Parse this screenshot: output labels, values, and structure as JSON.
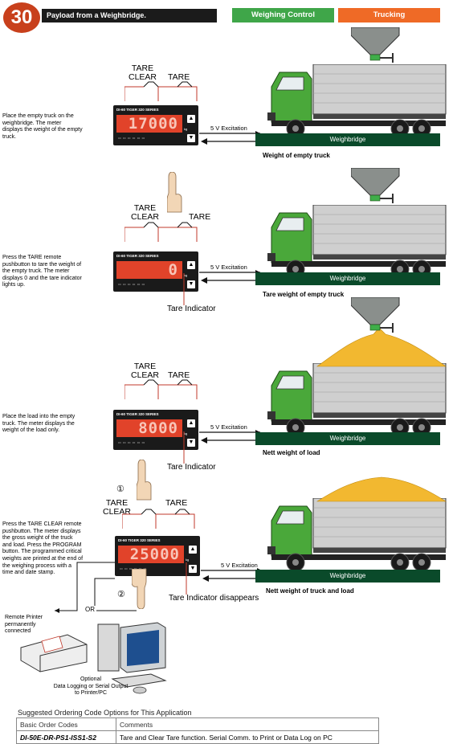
{
  "header": {
    "number": "30",
    "title": "Payload from a Weighbridge.",
    "tab_weighing": "Weighing Control",
    "tab_trucking": "Trucking"
  },
  "colors": {
    "badge": "#c8401c",
    "weighing_tab": "#3fa649",
    "trucking_tab": "#ef6a26",
    "truck_cab": "#4aa83a",
    "weighbridge": "#0a4a2a",
    "display": "#e1432a",
    "load": "#f2b830"
  },
  "common": {
    "tare_clear": "TARE\nCLEAR",
    "tare": "TARE",
    "excitation": "5 V Excitation",
    "weighbridge": "Weighbridge",
    "meter_series": "DI-60 TIGER 320 SERIES",
    "meter_unit": "kg",
    "tare_indicator": "Tare Indicator"
  },
  "steps": [
    {
      "description": "Place the empty truck on the weighbridge. The meter displays the weight of the empty truck.",
      "display": "17000",
      "caption": "Weight of empty truck"
    },
    {
      "description": "Press the TARE remote pushbutton to tare the weight of the empty truck. The meter displays 0 and the tare indicator lights up.",
      "display": "0",
      "caption": "Tare weight of empty truck",
      "indicator_note": "Tare Indicator"
    },
    {
      "description": "Place the load into the empty truck. The meter displays the weight of the load only.",
      "display": "8000",
      "caption": "Nett weight of load",
      "indicator_note": "Tare Indicator"
    },
    {
      "description": "Press the TARE CLEAR remote pushbutton. The meter displays the gross weight of the truck and load. Press the PROGRAM button. The programmed critical weights are printed at the end of the weighing process with a time and date stamp.",
      "display": "25000",
      "caption": "Nett weight of truck and load",
      "indicator_note": "Tare Indicator disappears",
      "marker_1": "①",
      "marker_2": "②"
    }
  ],
  "output": {
    "or_label": "OR",
    "printer_label": "Remote Printer permanently connected",
    "optional_label": "Optional\nData Logging or Serial Output\nto Printer/PC"
  },
  "ordering": {
    "heading": "Suggested Ordering Code Options for This Application",
    "col_code": "Basic Order Codes",
    "col_comments": "Comments",
    "code": "DI-50E-DR-PS1-ISS1-S2",
    "comment": "Tare and Clear Tare function. Serial Comm. to Print or Data Log on PC"
  }
}
